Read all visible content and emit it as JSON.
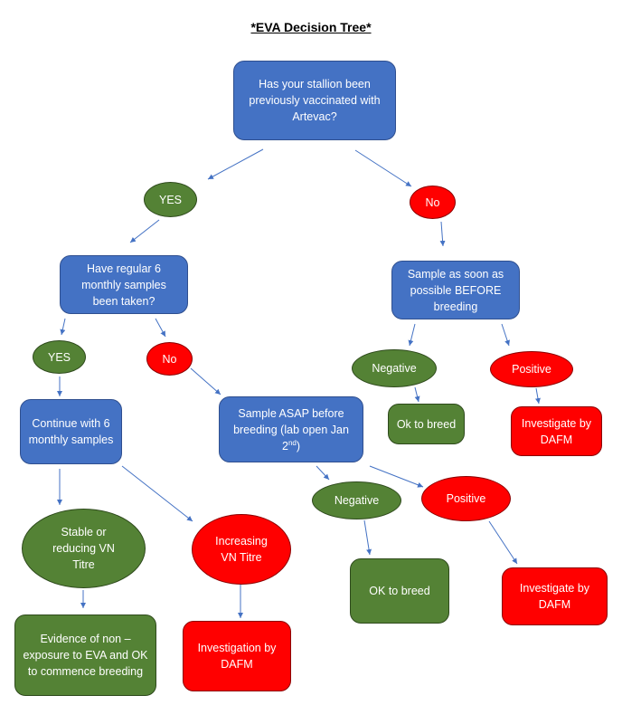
{
  "title": "*EVA Decision Tree*",
  "nodes": {
    "q1": "Has your stallion been previously vaccinated with Artevac?",
    "yes1": "YES",
    "no1": "No",
    "q2": "Have regular 6 monthly samples been taken?",
    "sample_before": "Sample as soon as possible BEFORE breeding",
    "yes2": "YES",
    "no2": "No",
    "negative1": "Negative",
    "positive1": "Positive",
    "ok_breed1": "Ok to breed",
    "investigate1": "Investigate by DAFM",
    "continue6": "Continue with 6 monthly samples",
    "sample_asap_pre": "Sample ASAP before breeding (lab open Jan 2",
    "sample_asap_sup": "nd",
    "sample_asap_post": ")",
    "negative2": "Negative",
    "positive2": "Positive",
    "stable": "Stable or reducing VN Titre",
    "increasing": "Increasing VN Titre",
    "ok_breed2": "OK to breed",
    "investigate2": "Investigate by DAFM",
    "evidence": "Evidence of non – exposure to EVA and OK to commence breeding",
    "investigation": "Investigation by DAFM"
  },
  "colors": {
    "question": "#4472c4",
    "yes": "#548235",
    "no": "#ff0000",
    "arrow": "#4472c4"
  }
}
